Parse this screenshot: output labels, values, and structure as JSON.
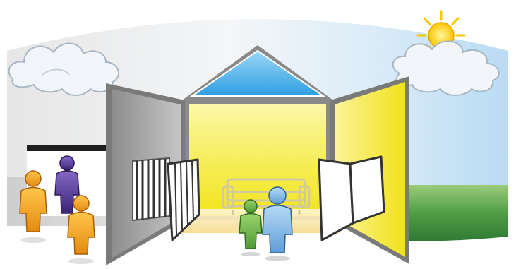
{
  "scene": {
    "kind": "illustration",
    "elements": [
      "sky-panorama",
      "cloud-left",
      "cloud-right",
      "sun-icon",
      "grass",
      "left-enclosure-bars",
      "person-orange-1",
      "person-purple-behind-bars",
      "person-orange-2",
      "open-house",
      "house-roof-skylight",
      "left-house-wing-grey",
      "right-house-wing-yellow",
      "inner-left-door-barred",
      "inner-right-double-door",
      "sofa-outline",
      "person-green-child",
      "person-blue-adult"
    ],
    "colors": {
      "sky": "#cfe6f6",
      "sky_left_grey": "#e9e9e9",
      "grass": "#56a84a",
      "house_frame": "#7a7a7a",
      "house_interior": "#f7f06a",
      "roof_glass": "#5db7ea",
      "left_wing": "#a8a8a8",
      "right_wing": "#f3ea3a",
      "orange_person": "#f0a020",
      "purple_person": "#5a3a9a",
      "green_person": "#6cb24a",
      "blue_person": "#7bb4e4",
      "sun": "#ffd400"
    }
  }
}
